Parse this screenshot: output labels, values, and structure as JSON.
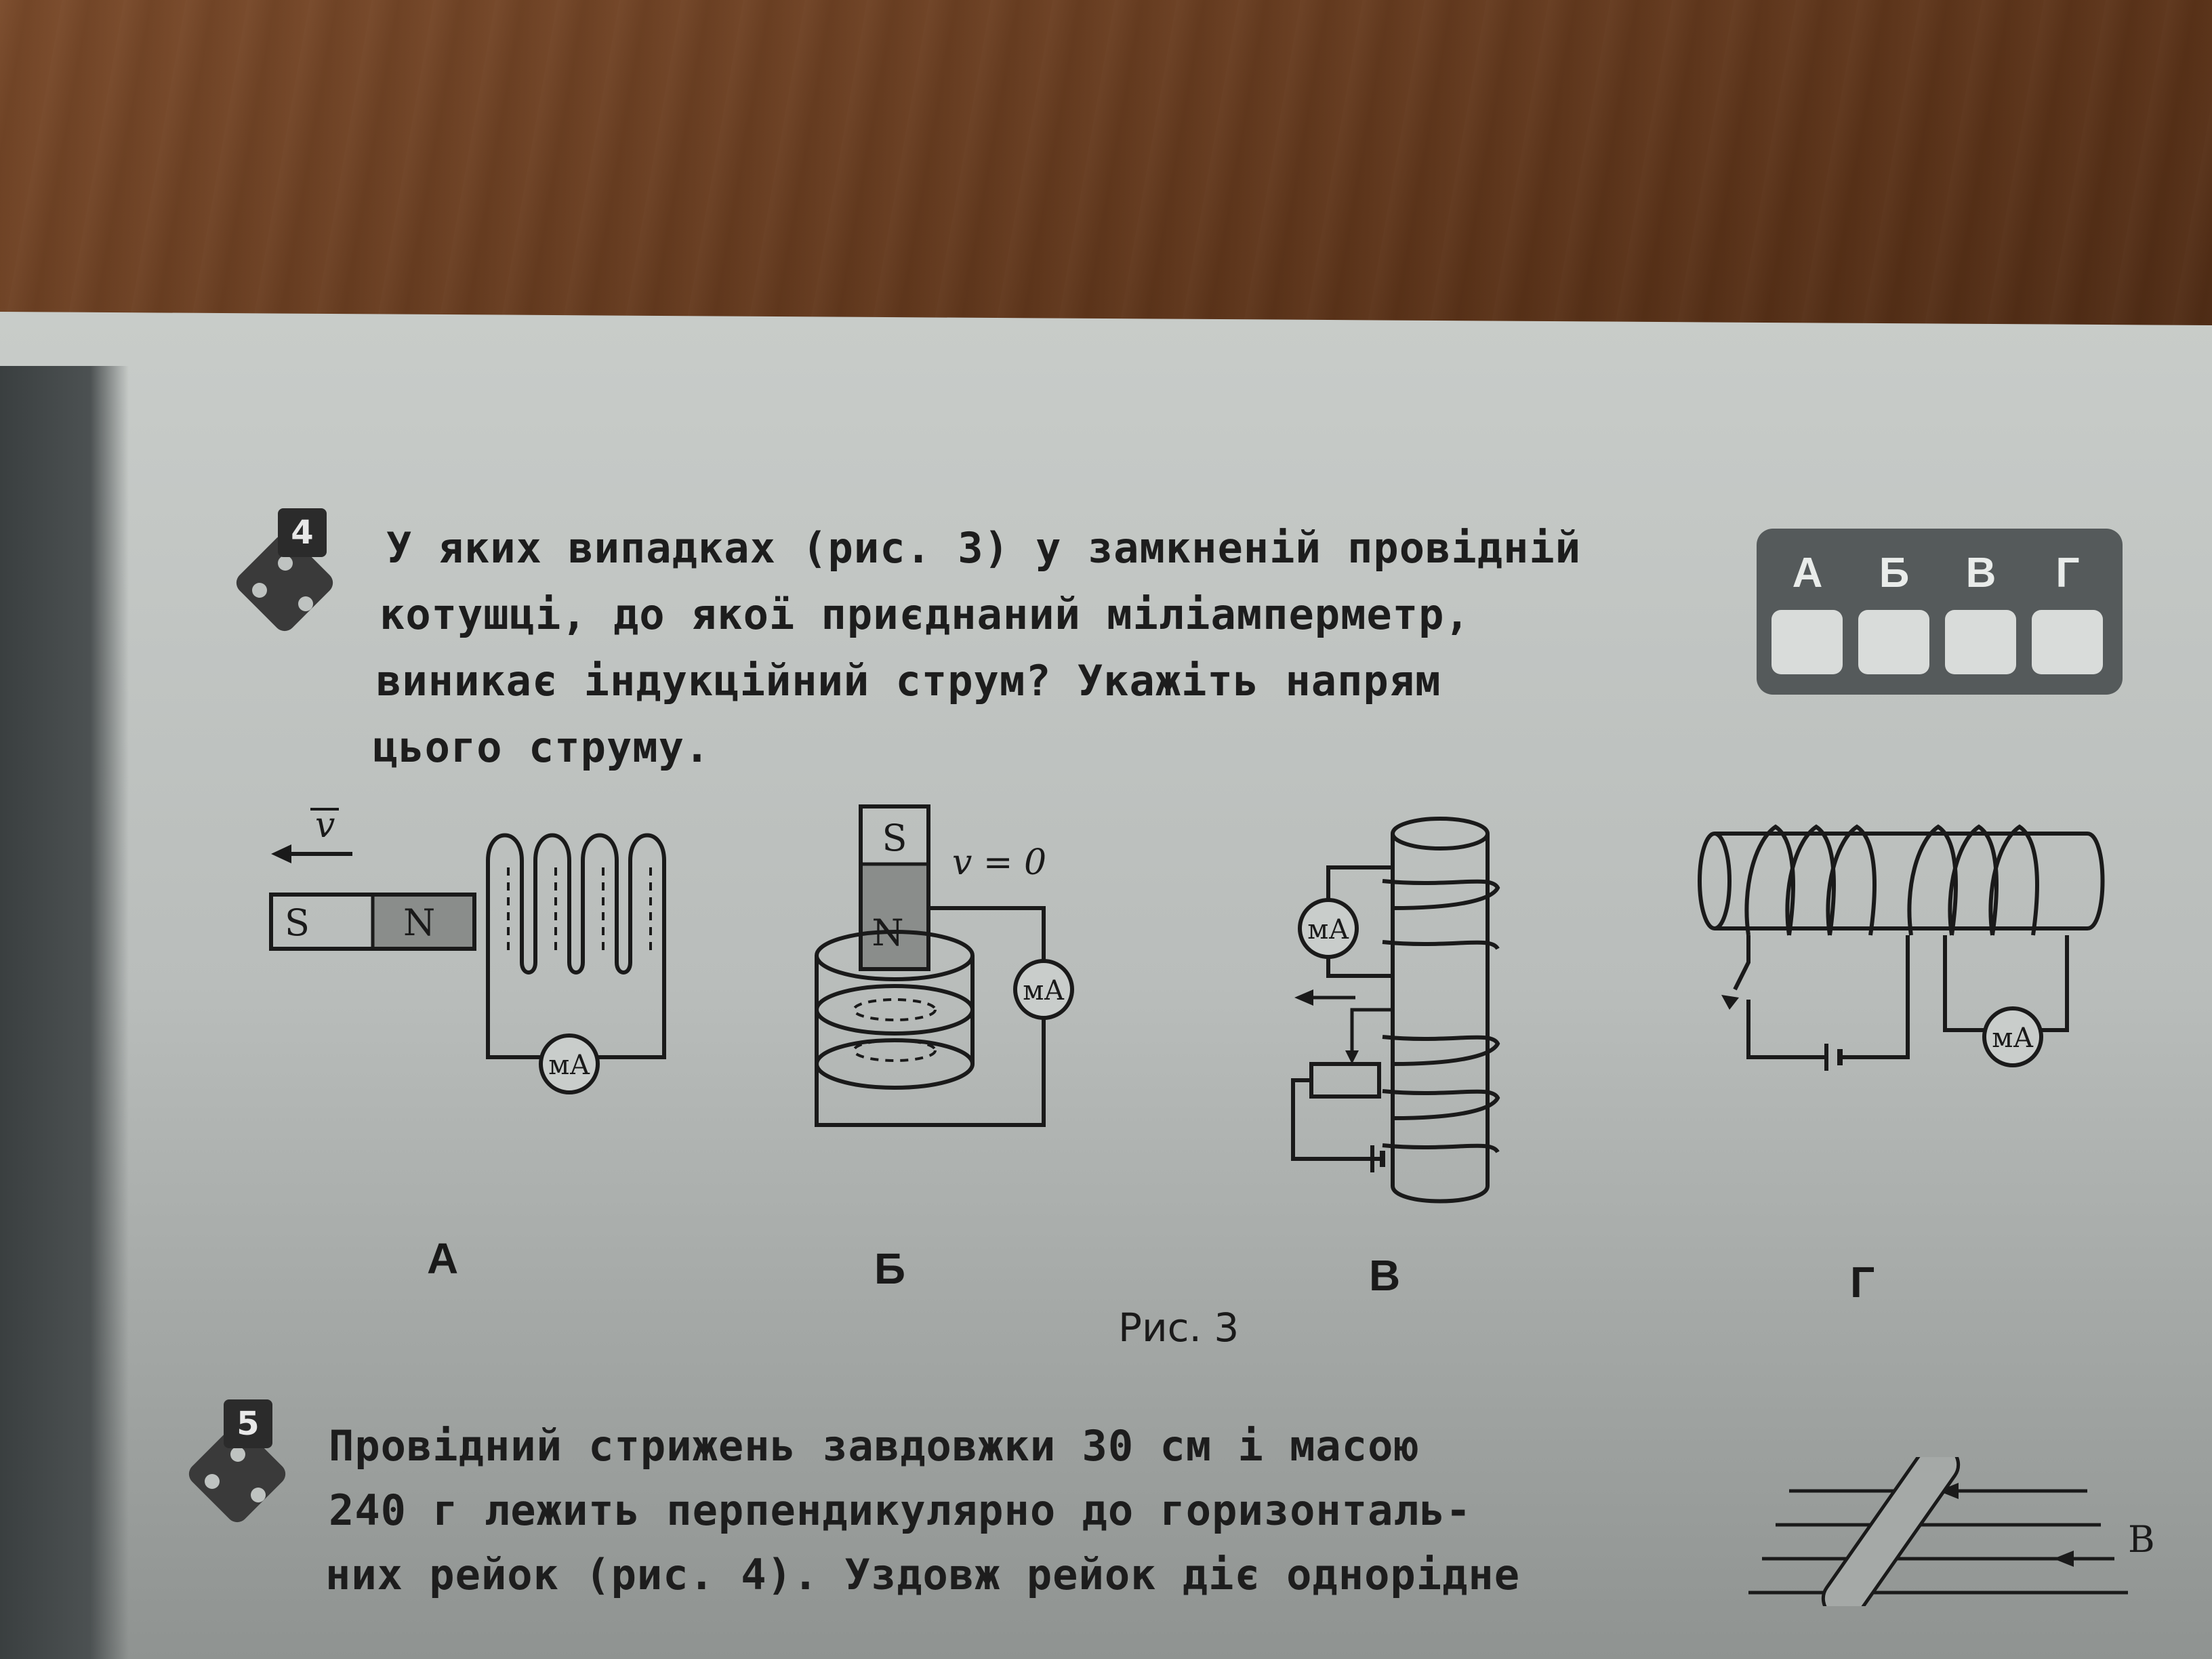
{
  "task4": {
    "number": "4",
    "lines": [
      "У яких випадках (рис. 3) у замкненій провідній",
      "котушці, до якої приєднаний міліамперметр,",
      "виникає індукційний струм? Укажіть напрям",
      "цього струму."
    ],
    "answer_letters": [
      "А",
      "Б",
      "В",
      "Г"
    ]
  },
  "figure": {
    "caption": "Рис. 3",
    "labels": [
      "А",
      "Б",
      "В",
      "Г"
    ],
    "a": {
      "velocity": "v",
      "pole_s": "S",
      "pole_n": "N",
      "meter": "мА"
    },
    "b": {
      "pole_s": "S",
      "pole_n": "N",
      "velocity": "v = 0",
      "meter": "мА"
    },
    "c": {
      "meter": "мА"
    },
    "d": {
      "meter": "мА"
    }
  },
  "task5": {
    "number": "5",
    "lines": [
      "Провідний стрижень завдовжки 30 см і масою",
      "240 г лежить перпендикулярно до горизонталь-",
      "них рейок (рис. 4). Уздовж рейок діє однорідне"
    ],
    "field_label": "B"
  }
}
